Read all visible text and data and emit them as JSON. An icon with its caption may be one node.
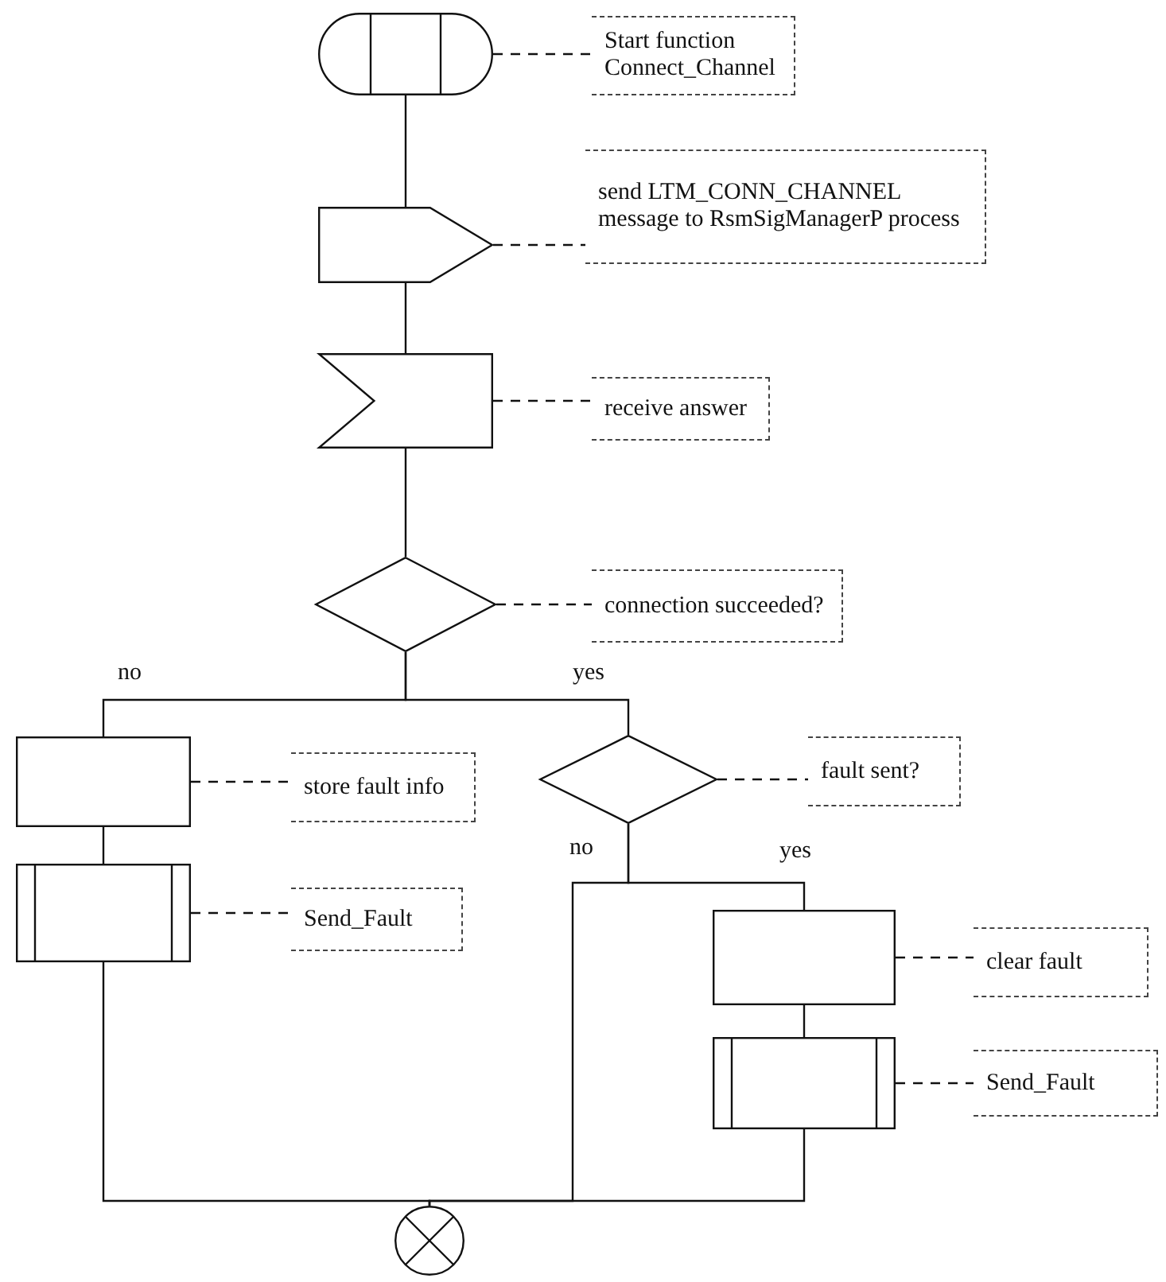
{
  "diagram": {
    "nodes": [
      {
        "text": [],
        "shape": "pill"
      },
      {
        "text": [
          "Start function Connect_Channel"
        ]
      },
      {
        "text": [],
        "shape": "pentagon"
      },
      {
        "text": [
          "send LTM_CONN_CHANNEL message to RsmSigManagerP process"
        ]
      },
      {
        "text": [],
        "shape": "notch"
      },
      {
        "text": [
          "receive answer"
        ]
      },
      {
        "text": [],
        "shape": "diamond"
      },
      {
        "text": [
          "connection succeeded?"
        ]
      },
      {
        "text": [],
        "shape": "box"
      },
      {
        "text": [
          "store fault info"
        ]
      },
      {
        "text": [],
        "shape": "diamond"
      },
      {
        "text": [
          "fault sent?"
        ]
      },
      {
        "text": [],
        "shape": "subroutine"
      },
      {
        "text": [
          "Send_Fault"
        ]
      },
      {
        "text": [],
        "shape": "box"
      },
      {
        "text": [
          "clear fault"
        ]
      },
      {
        "text": [],
        "shape": "subroutine"
      },
      {
        "text": [
          "Send_Fault"
        ]
      },
      {
        "text": [],
        "shape": "circle"
      }
    ],
    "edges": [
      {
        "from": 0,
        "to": 2,
        "arrow": "none"
      },
      {
        "from": 0,
        "to": 1,
        "arrow": "none",
        "style": "dashed"
      },
      {
        "from": 2,
        "to": 4,
        "arrow": "none"
      },
      {
        "from": 2,
        "to": 3,
        "arrow": "none",
        "style": "dashed"
      },
      {
        "from": 4,
        "to": 6,
        "arrow": "none"
      },
      {
        "from": 4,
        "to": 5,
        "arrow": "none",
        "style": "dashed"
      },
      {
        "from": 6,
        "to": 8,
        "arrow": "none",
        "label": "no"
      },
      {
        "from": 6,
        "to": 10,
        "arrow": "none",
        "label": "yes"
      },
      {
        "from": 6,
        "to": 7,
        "arrow": "none",
        "style": "dashed"
      },
      {
        "from": 8,
        "to": 12,
        "arrow": "none"
      },
      {
        "from": 8,
        "to": 9,
        "arrow": "none",
        "style": "dashed"
      },
      {
        "from": 10,
        "to": 14,
        "arrow": "none",
        "label": "yes"
      },
      {
        "from": 10,
        "to": 18,
        "arrow": "none",
        "label": "no"
      },
      {
        "from": 10,
        "to": 11,
        "arrow": "none",
        "style": "dashed"
      },
      {
        "from": 12,
        "to": 18,
        "arrow": "none"
      },
      {
        "from": 12,
        "to": 13,
        "arrow": "none",
        "style": "dashed"
      },
      {
        "from": 14,
        "to": 16,
        "arrow": "none"
      },
      {
        "from": 14,
        "to": 15,
        "arrow": "none",
        "style": "dashed"
      },
      {
        "from": 16,
        "to": 18,
        "arrow": "none"
      },
      {
        "from": 16,
        "to": 17,
        "arrow": "none",
        "style": "dashed"
      }
    ]
  }
}
